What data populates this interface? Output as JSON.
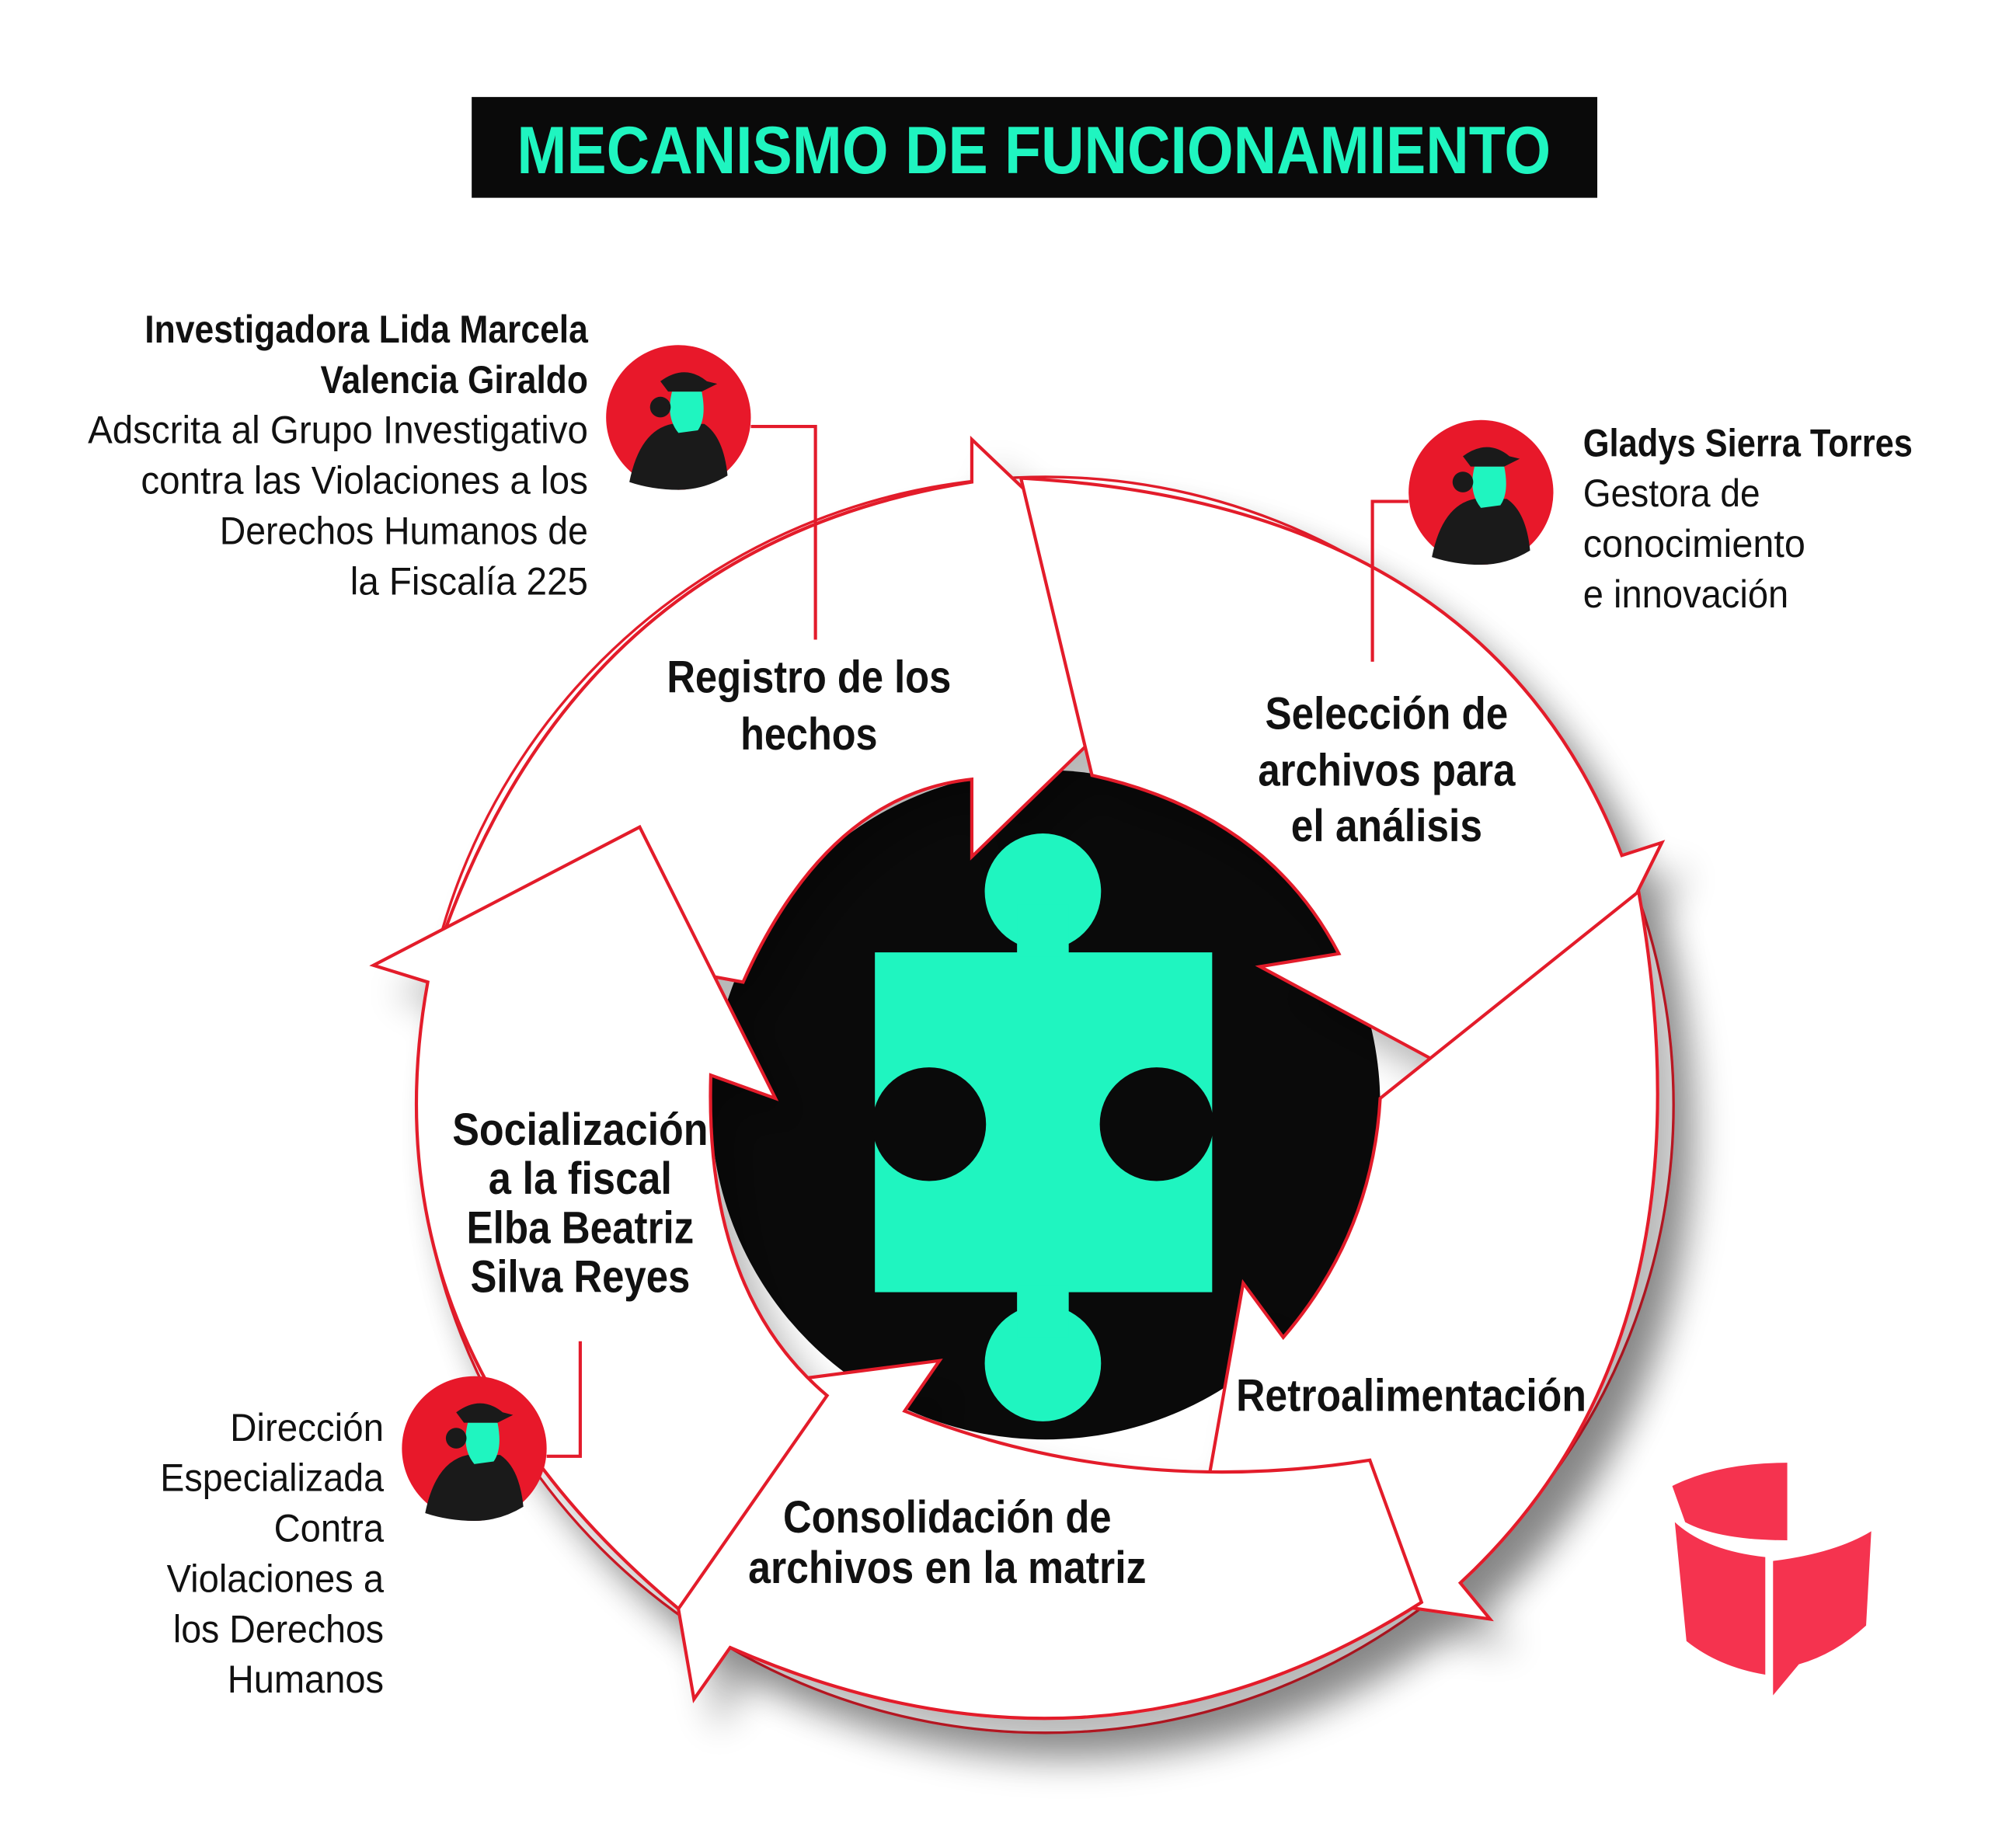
{
  "title": "MECANISMO DE FUNCIONAMIENTO",
  "colors": {
    "accent_teal": "#1ff5c0",
    "red": "#e31b2b",
    "logo_red": "#f5334f",
    "black": "#0a0a0a"
  },
  "people": [
    {
      "name_lines": [
        "Investigadora Lida Marcela",
        "Valencia Giraldo"
      ],
      "role_lines": [
        "Adscrita al Grupo Investigativo",
        "contra las Violaciones a los",
        "Derechos Humanos de",
        "la Fiscalía 225"
      ]
    },
    {
      "name_lines": [
        "Gladys Sierra Torres"
      ],
      "role_lines": [
        "Gestora de",
        "conocimiento",
        "e innovación"
      ]
    },
    {
      "name_lines": [],
      "role_lines": [
        "Dirección",
        "Especializada",
        "Contra",
        "Violaciones a",
        "los Derechos",
        "Humanos"
      ]
    }
  ],
  "steps": [
    {
      "lines": [
        "Registro de los",
        "hechos"
      ]
    },
    {
      "lines": [
        "Selección de",
        "archivos para",
        "el análisis"
      ]
    },
    {
      "lines": [
        "Retroalimentación"
      ]
    },
    {
      "lines": [
        "Consolidación de",
        "archivos en la matriz"
      ]
    },
    {
      "lines": [
        "Socialización",
        "a la fiscal",
        "Elba Beatriz",
        "Silva Reyes"
      ]
    }
  ]
}
